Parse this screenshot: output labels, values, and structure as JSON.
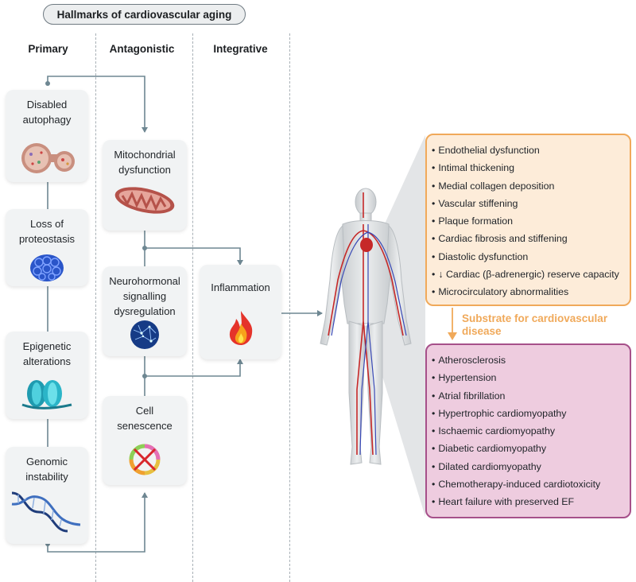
{
  "title": "Hallmarks of cardiovascular aging",
  "columns": {
    "primary": "Primary",
    "antagonistic": "Antagonistic",
    "integrative": "Integrative"
  },
  "primary": [
    {
      "label": "Disabled\nautophagy",
      "icon": "autophagy-icon"
    },
    {
      "label": "Loss of\nproteostasis",
      "icon": "protein-complex-icon"
    },
    {
      "label": "Epigenetic\nalterations",
      "icon": "nucleosome-icon"
    },
    {
      "label": "Genomic\ninstability",
      "icon": "dna-helix-icon"
    }
  ],
  "antagonistic": [
    {
      "label": "Mitochondrial\ndysfunction",
      "icon": "mitochondrion-icon"
    },
    {
      "label": "Neurohormonal\nsignalling\ndysregulation",
      "icon": "neural-sphere-icon"
    },
    {
      "label": "Cell\nsenescence",
      "icon": "senescent-cell-icon"
    }
  ],
  "integrative": [
    {
      "label": "Inflammation",
      "icon": "flame-icon"
    }
  ],
  "vascular_changes": [
    "Endothelial dysfunction",
    "Intimal thickening",
    "Medial collagen deposition",
    "Vascular stiffening",
    "Plaque formation",
    "Cardiac fibrosis and stiffening",
    "Diastolic dysfunction",
    "↓ Cardiac (β-adrenergic) reserve capacity",
    "Microcirculatory abnormalities"
  ],
  "substrate_label": "Substrate for cardiovascular disease",
  "diseases": [
    "Atherosclerosis",
    "Hypertension",
    "Atrial fibrillation",
    "Hypertrophic cardiomyopathy",
    "Ischaemic cardiomyopathy",
    "Diabetic cardiomyopathy",
    "Dilated cardiomyopathy",
    "Chemotherapy-induced cardiotoxicity",
    "Heart failure with preserved EF"
  ],
  "colors": {
    "vascular_box_fill": "#fdecd9",
    "vascular_box_border": "#f0a95a",
    "disease_box_fill": "#eeccdf",
    "disease_box_border": "#a6508a",
    "connector": "#6e8792"
  }
}
